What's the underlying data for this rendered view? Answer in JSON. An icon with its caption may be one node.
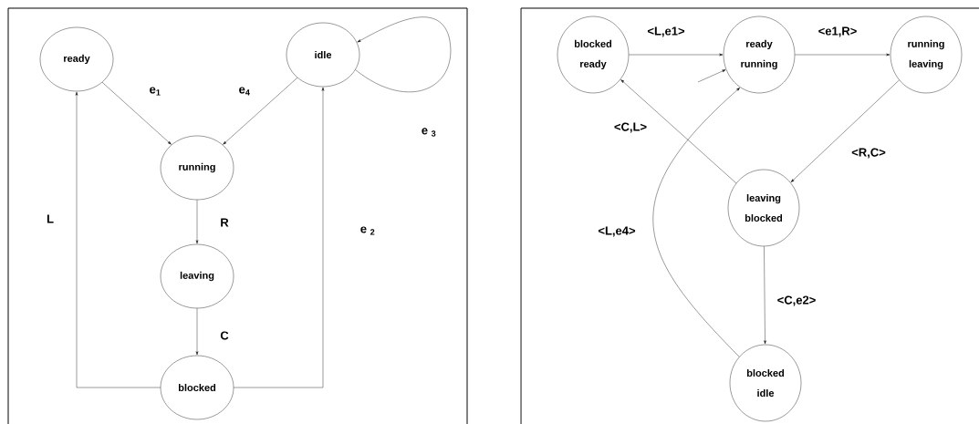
{
  "diagram": {
    "nodes": [
      {
        "text": [
          "ready"
        ]
      },
      {
        "text": [
          "idle"
        ]
      },
      {
        "text": [
          "running"
        ]
      },
      {
        "text": [
          "leaving"
        ]
      },
      {
        "text": [
          "blocked"
        ]
      },
      {
        "text": [
          "blocked ready"
        ]
      },
      {
        "text": [
          "ready running"
        ]
      },
      {
        "text": [
          "running leaving"
        ]
      },
      {
        "text": [
          "leaving blocked"
        ]
      },
      {
        "text": [
          "blocked idle"
        ]
      }
    ],
    "edges": [
      {
        "from": 0,
        "to": 2,
        "arrow": "to",
        "label": "e$_{1}$"
      },
      {
        "from": 1,
        "to": 2,
        "arrow": "to",
        "label": "e$_{4}$"
      },
      {
        "from": 1,
        "to": 1,
        "arrow": "to",
        "label": "e $_{3}$"
      },
      {
        "from": 4,
        "to": 0,
        "arrow": "to",
        "label": "L"
      },
      {
        "from": 2,
        "to": 3,
        "arrow": "to",
        "label": "R"
      },
      {
        "from": 4,
        "to": 1,
        "arrow": "to",
        "label": "e $_{2}$"
      },
      {
        "from": 3,
        "to": 4,
        "arrow": "to",
        "label": "C"
      },
      {
        "from": 5,
        "to": 6,
        "arrow": "to",
        "label": "<L,e1>"
      },
      {
        "from": 6,
        "to": 7,
        "arrow": "to",
        "label": "<e1,R>"
      },
      {
        "from": 8,
        "to": 5,
        "arrow": "to",
        "label": "<C,L>"
      },
      {
        "from": 7,
        "to": 8,
        "arrow": "to",
        "label": "<R,C>"
      },
      {
        "from": 9,
        "to": 6,
        "arrow": "to",
        "label": "<L,e4>"
      },
      {
        "from": 8,
        "to": 9,
        "arrow": "to",
        "label": "<C,e2>"
      },
      {
        "from": null,
        "to": 6,
        "arrow": "to"
      }
    ]
  }
}
